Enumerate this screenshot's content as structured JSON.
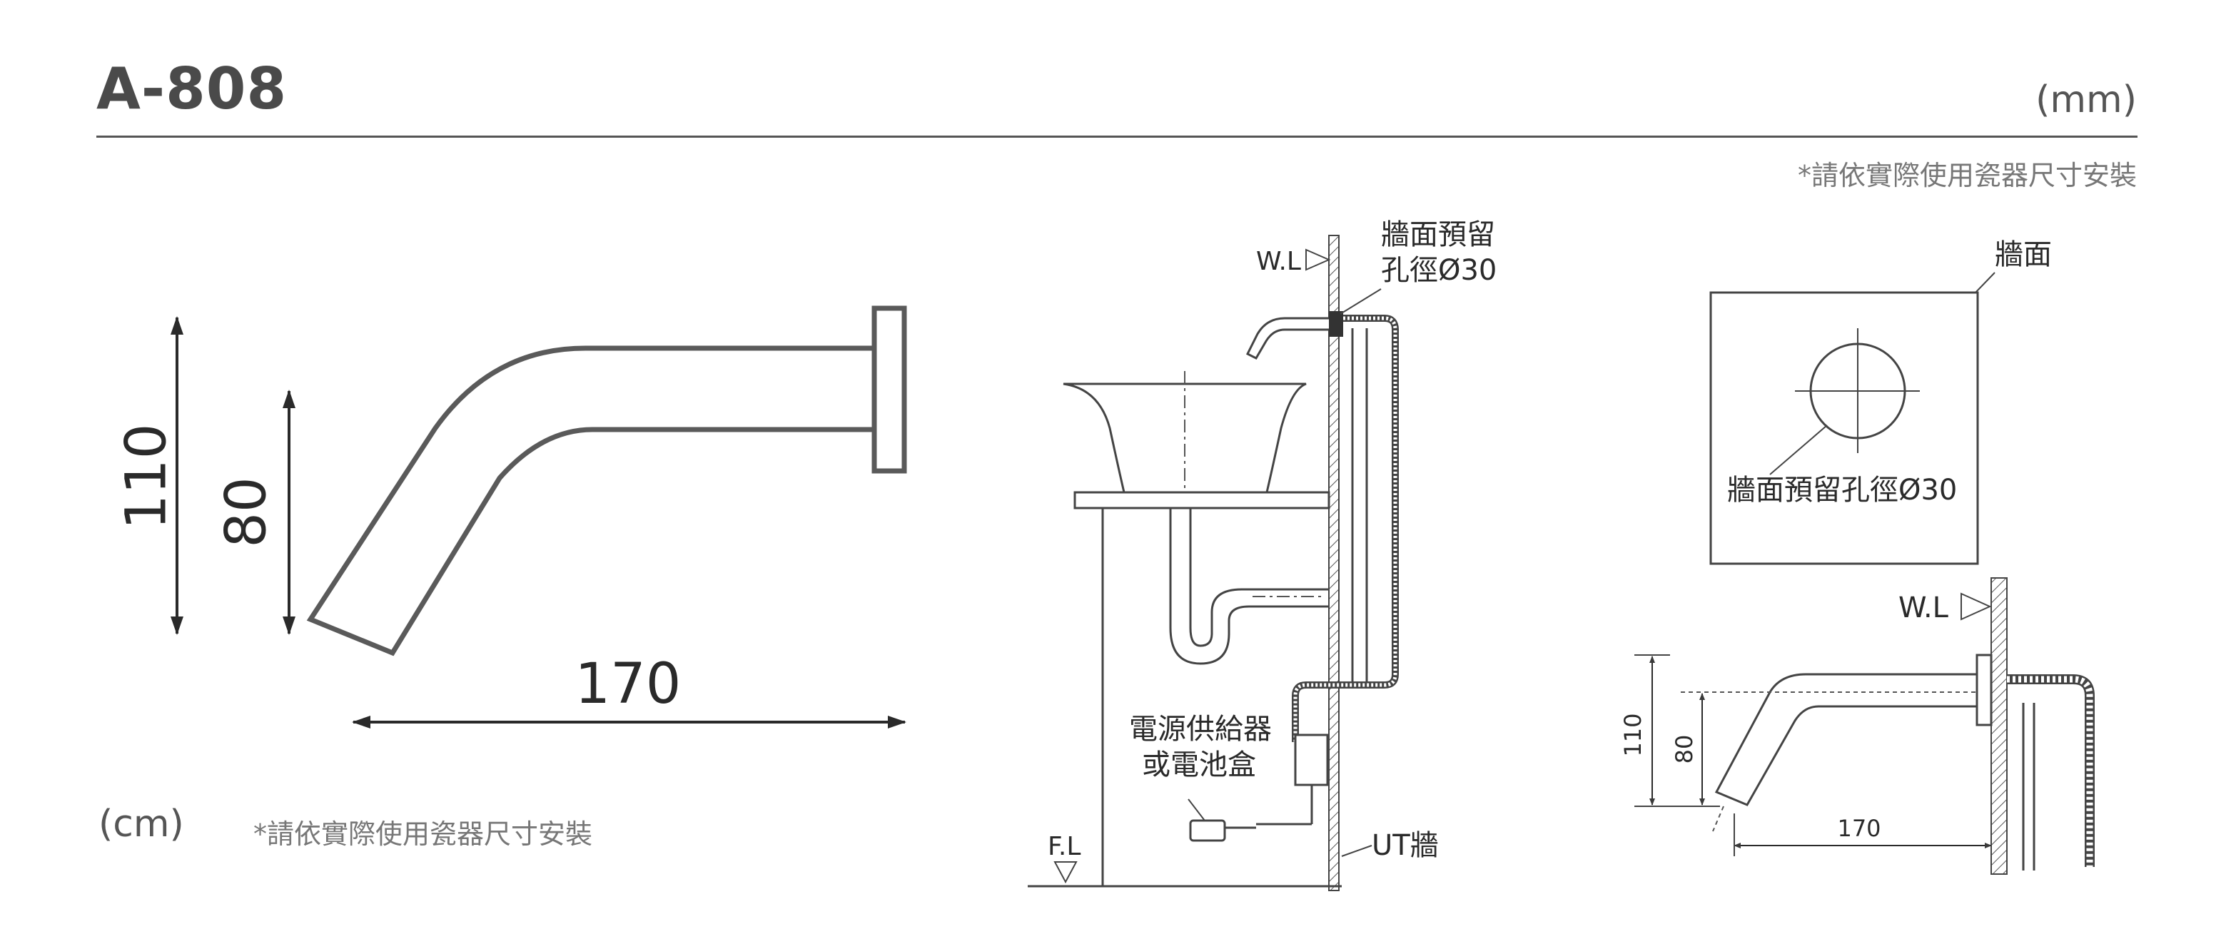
{
  "header": {
    "model": "A-808",
    "unit_mm": "(mm)",
    "note": "*請依實際使用瓷器尺寸安裝"
  },
  "left_view": {
    "dim_height_total": "110",
    "dim_height_outlet": "80",
    "dim_length": "170",
    "unit_cm": "(cm)",
    "note": "*請依實際使用瓷器尺寸安裝"
  },
  "install_view": {
    "water_level": "W.L",
    "wall_hole_line1": "牆面預留",
    "wall_hole_line2": "孔徑Ø30",
    "power_line1": "電源供給器",
    "power_line2": "或電池盒",
    "floor_level": "F.L",
    "ut_wall": "UT牆"
  },
  "front_view": {
    "wall_label": "牆面",
    "hole_label": "牆面預留孔徑Ø30"
  },
  "side_view": {
    "water_level": "W.L",
    "dim_height_total": "110",
    "dim_height_outlet": "80",
    "dim_length": "170"
  },
  "colors": {
    "line": "#5a5a5a",
    "text": "#2a2a2a"
  }
}
